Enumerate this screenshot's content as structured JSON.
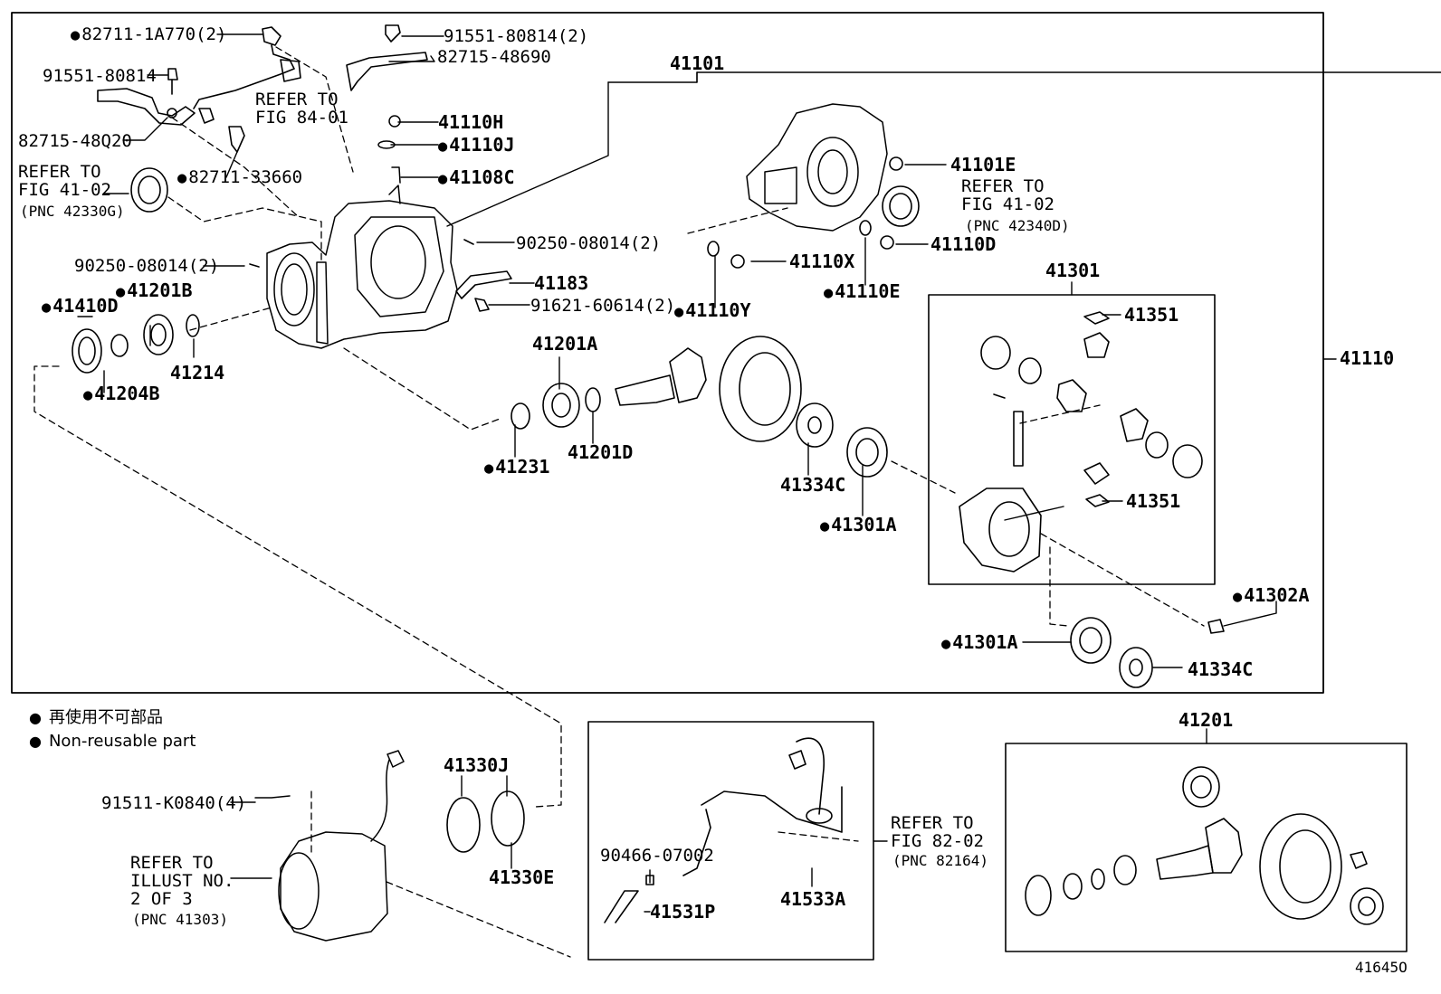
{
  "labels": {
    "p82711_1a770": "82711-1A770(2)",
    "p91551_80814_2": "91551-80814(2)",
    "p82715_48690": "82715-48690",
    "p91551_80814": "91551-80814",
    "refer_84_01": "REFER TO\nFIG 84-01",
    "p82715_48q20": "82715-48Q20",
    "refer_41_02_a": "REFER TO\nFIG 41-02",
    "pnc_42330g": "(PNC 42330G)",
    "p82711_33660": "82711-33660",
    "p90250_08014_a": "90250-08014(2)",
    "p90250_08014_b": "90250-08014(2)",
    "p41201b": "41201B",
    "p41410d": "41410D",
    "p41214": "41214",
    "p41204b": "41204B",
    "p41101": "41101",
    "p41110h": "41110H",
    "p41110j": "41110J",
    "p41108c": "41108C",
    "p41183": "41183",
    "p91621_60614": "91621-60614(2)",
    "p41101e": "41101E",
    "refer_41_02_b": "REFER TO\nFIG 41-02",
    "pnc_42340d": "(PNC 42340D)",
    "p41110d": "41110D",
    "p41110x": "41110X",
    "p41110y": "41110Y",
    "p41110e": "41110E",
    "p41301": "41301",
    "p41351_a": "41351",
    "p41351_b": "41351",
    "p41110": "41110",
    "p41201a": "41201A",
    "p41231": "41231",
    "p41201d": "41201D",
    "p41334c_a": "41334C",
    "p41301a_a": "41301A",
    "p41302a": "41302A",
    "p41301a_b": "41301A",
    "p41334c_b": "41334C",
    "p41330j": "41330J",
    "p41330e": "41330E",
    "p91511_k0840": "91511-K0840(4)",
    "refer_illust": "REFER TO\nILLUST NO.\n2 OF 3",
    "pnc_41303": "(PNC 41303)",
    "p90466_07002": "90466-07002",
    "p41531p": "41531P",
    "p41533a": "41533A",
    "refer_82_02": "REFER TO\nFIG 82-02",
    "pnc_82164": "(PNC 82164)",
    "p41201": "41201",
    "diagram_id": "41645O"
  },
  "legend": {
    "line1": "再使用不可部品",
    "line2": "Non-reusable part"
  }
}
